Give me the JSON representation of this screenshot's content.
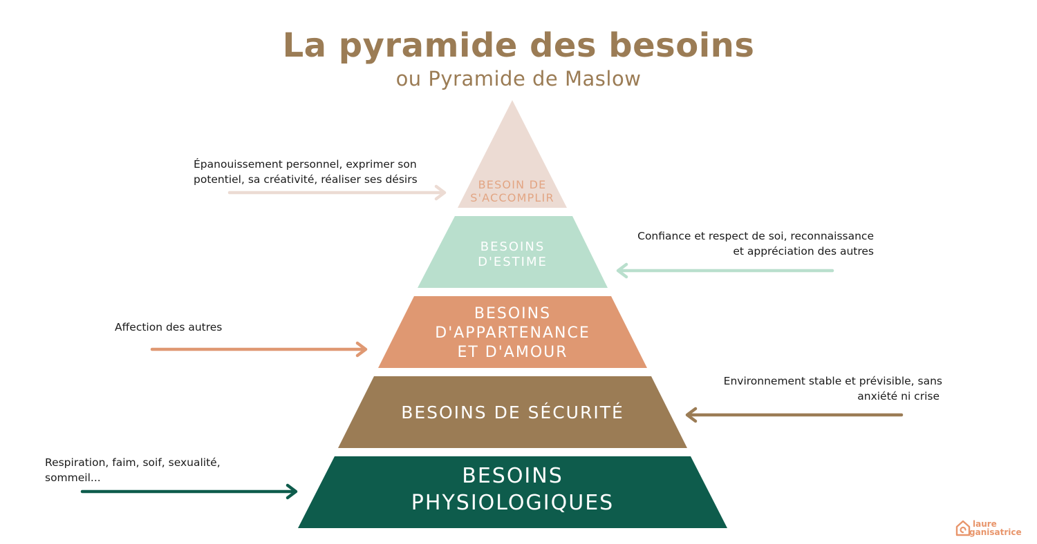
{
  "header": {
    "title": "La pyramide des besoins",
    "subtitle": "ou Pyramide de Maslow"
  },
  "levels": [
    {
      "line1": "BESOIN DE",
      "line2": "S'ACCOMPLIR",
      "line3": "",
      "description_line1": "Épanouissement personnel, exprimer son",
      "description_line2": "potentiel, sa créativité, réaliser ses désirs",
      "fill": "#ecdbd3",
      "text_color": "#e2a583",
      "arrow_color": "#ecdbd3"
    },
    {
      "line1": "BESOINS",
      "line2": "D'ESTIME",
      "line3": "",
      "description_line1": "Confiance et respect de soi, reconnaissance",
      "description_line2": "et appréciation des autres",
      "fill": "#b9dfcd",
      "text_color": "#ffffff",
      "arrow_color": "#b9dfcd"
    },
    {
      "line1": "BESOINS",
      "line2": "D'APPARTENANCE",
      "line3": "ET D'AMOUR",
      "description_line1": "Affection des autres",
      "description_line2": "",
      "fill": "#df9872",
      "text_color": "#ffffff",
      "arrow_color": "#df9872"
    },
    {
      "line1": "BESOINS DE SÉCURITÉ",
      "line2": "",
      "line3": "",
      "description_line1": "Environnement stable et prévisible, sans",
      "description_line2": "anxiété ni crise",
      "fill": "#9b7c55",
      "text_color": "#ffffff",
      "arrow_color": "#9b7c55"
    },
    {
      "line1": "BESOINS",
      "line2": "PHYSIOLOGIQUES",
      "line3": "",
      "description_line1": "Respiration, faim, soif, sexualité,",
      "description_line2": "sommeil...",
      "fill": "#0e5c4c",
      "text_color": "#ffffff",
      "arrow_color": "#0e5c4c"
    }
  ],
  "logo": {
    "line1": "laure",
    "line2": "ganisatrice",
    "color": "#e8956b"
  }
}
